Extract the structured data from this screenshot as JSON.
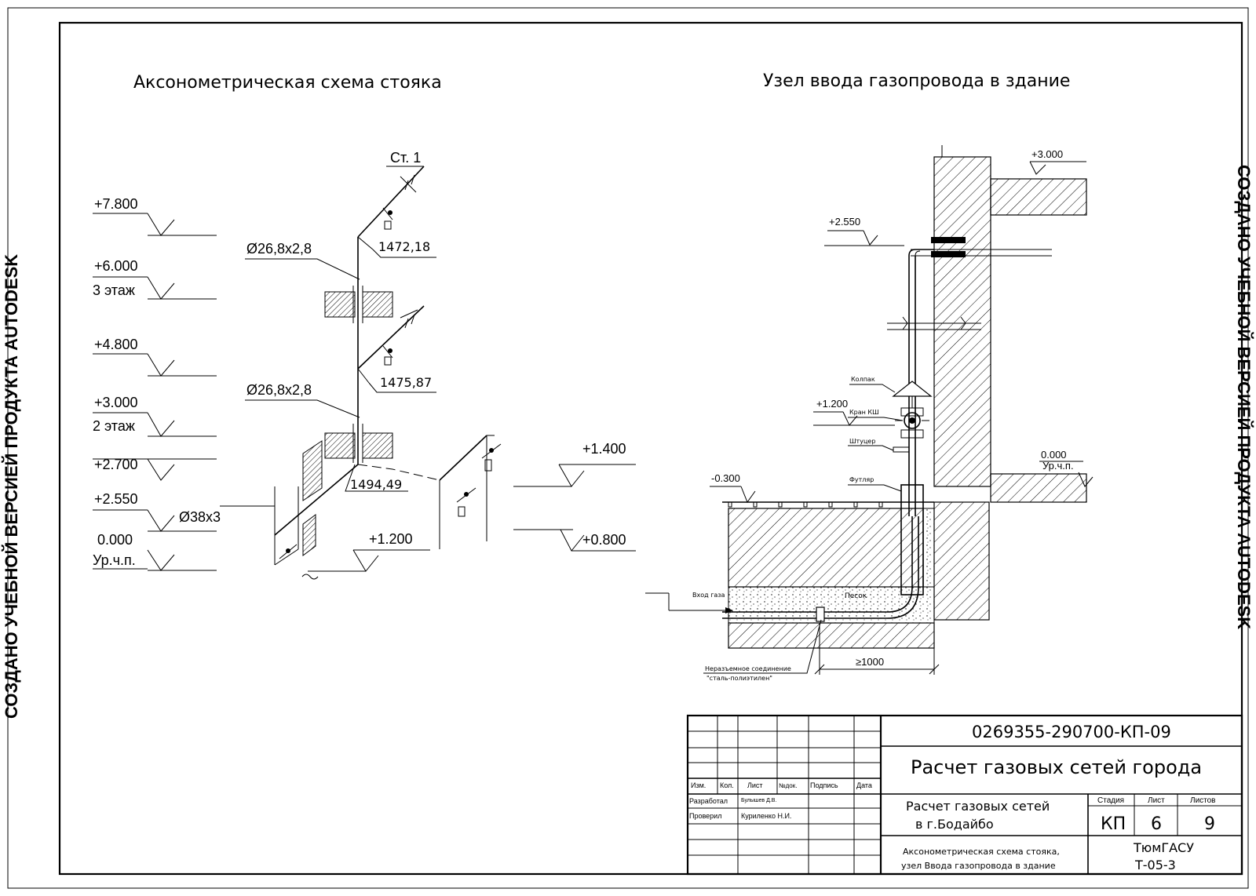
{
  "watermark": {
    "left": "СОЗДАНО УЧЕБНОЙ ВЕРСИЕЙ ПРОДУКТА AUTODESK",
    "right": "СОЗДАНО УЧЕБНОЙ ВЕРСИЕЙ ПРОДУКТА AUTODESK"
  },
  "left_view": {
    "title": "Аксонометрическая схема стояка",
    "riser_label": "Ст. 1",
    "levels": [
      {
        "value": "+7.800",
        "note": ""
      },
      {
        "value": "+6.000",
        "note": "3 этаж"
      },
      {
        "value": "+4.800",
        "note": ""
      },
      {
        "value": "+3.000",
        "note": "2 этаж"
      },
      {
        "value": "+2.700",
        "note": ""
      },
      {
        "value": "+2.550",
        "note": ""
      },
      {
        "value": "0.000",
        "note": "Ур.ч.п."
      }
    ],
    "pipe_labels": [
      "Ø26,8x2,8",
      "Ø26,8x2,8",
      "Ø38x3"
    ],
    "dimensions": [
      "1472,18",
      "1475,87",
      "1494,49"
    ],
    "branch_levels": [
      "+1.400",
      "+0.800",
      "+1.200"
    ]
  },
  "right_view": {
    "title": "Узел ввода газопровода в здание",
    "levels": [
      "+3.000",
      "+2.550",
      "+1.200",
      "0.000",
      "Ур.ч.п.",
      "-0.300"
    ],
    "callouts": [
      "Колпак",
      "Кран КШ",
      "Штуцер",
      "Футляр",
      "Песок",
      "Вход газа",
      "Неразъемное соединение",
      "\"сталь-полиэтилен\""
    ],
    "dimension": "≥1000"
  },
  "title_block": {
    "code": "0269355-290700-КП-09",
    "project": "Расчет газовых сетей города",
    "headers": [
      "Изм.",
      "Кол.",
      "Лист",
      "№док.",
      "Подпись",
      "Дата"
    ],
    "rows": [
      {
        "role": "Разработал",
        "name": "Булышев Д.В."
      },
      {
        "role": "Проверил",
        "name": "Куриленко Н.И."
      }
    ],
    "subject_line1": "Расчет газовых сетей",
    "subject_line2": "в г.Бодайбо",
    "stage_label": "Стадия",
    "sheet_label": "Лист",
    "sheets_label": "Листов",
    "stage": "КП",
    "sheet": "6",
    "sheets": "9",
    "sheet_title_line1": "Аксонометрическая схема стояка,",
    "sheet_title_line2": "узел Ввода газопровода в здание",
    "org_line1": "ТюмГАСУ",
    "org_line2": "Т-05-3"
  }
}
